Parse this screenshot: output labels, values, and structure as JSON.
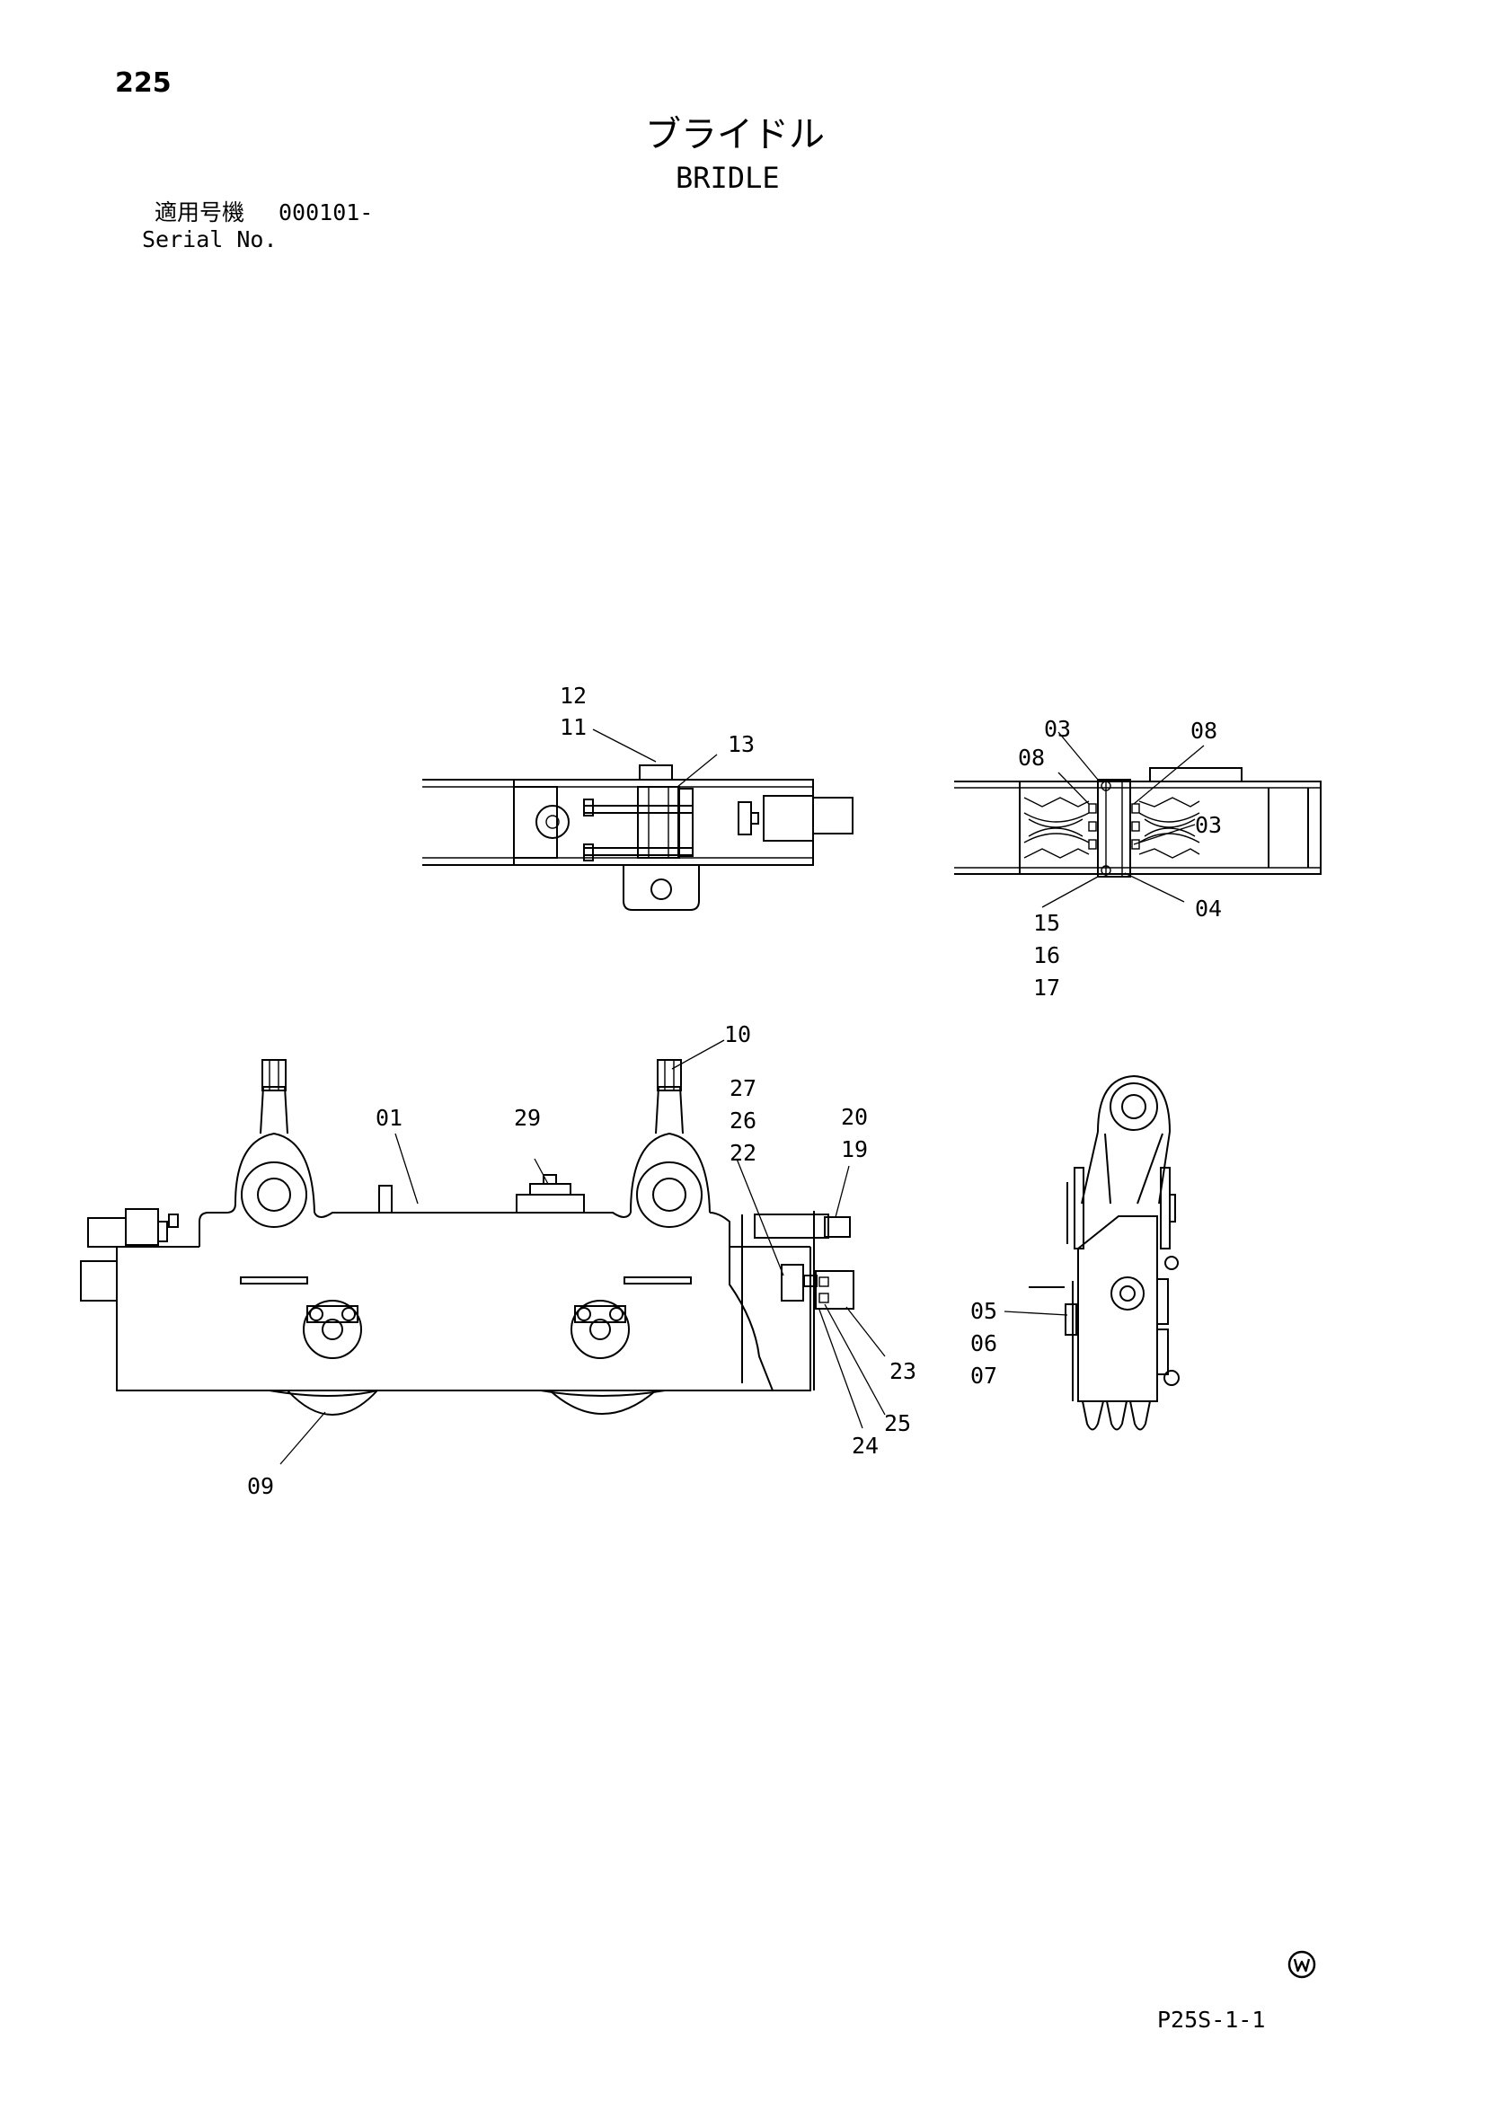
{
  "page_number": "225",
  "title_jp": "ブライドル",
  "title_en": "BRIDLE",
  "serial": {
    "jp_label": "適用号機",
    "value": "000101-",
    "en_label": "Serial No."
  },
  "footer_code": "P25S-1-1",
  "watermark_icon": "circled-w-icon",
  "callouts": {
    "c01": "01",
    "c03a": "03",
    "c03b": "03",
    "c04": "04",
    "c05": "05",
    "c06": "06",
    "c07": "07",
    "c08a": "08",
    "c08b": "08",
    "c09": "09",
    "c10": "10",
    "c11": "11",
    "c12": "12",
    "c13": "13",
    "c15": "15",
    "c16": "16",
    "c17": "17",
    "c19": "19",
    "c20": "20",
    "c22": "22",
    "c23": "23",
    "c24": "24",
    "c25": "25",
    "c26": "26",
    "c27": "27",
    "c29": "29"
  }
}
